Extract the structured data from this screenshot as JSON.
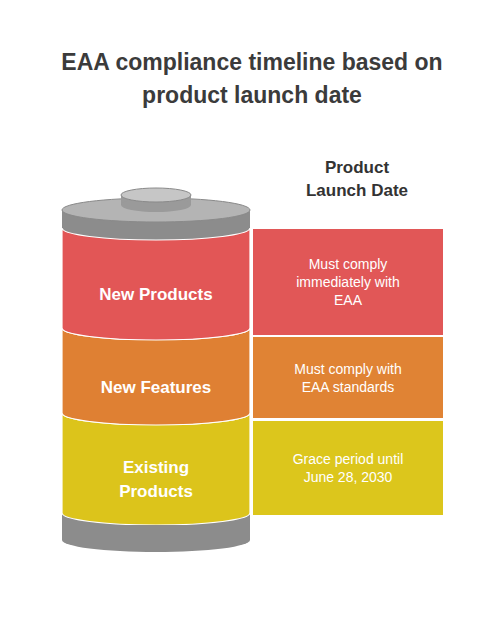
{
  "diagram": {
    "title": "EAA compliance timeline based on product launch date",
    "nodes": [
      {
        "text": [
          "New Products"
        ]
      },
      {
        "text": [
          "Must comply immediately with EAA"
        ]
      },
      {
        "text": [
          "New Features"
        ]
      },
      {
        "text": [
          "Must comply with EAA standards"
        ]
      },
      {
        "text": [
          "Existing Products"
        ]
      },
      {
        "text": [
          "Grace period until June 28, 2030"
        ]
      }
    ],
    "labels": [
      "Product Launch Date"
    ]
  }
}
